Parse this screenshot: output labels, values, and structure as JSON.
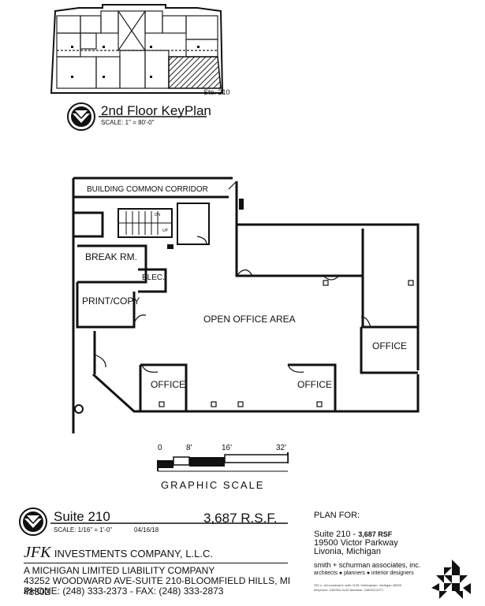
{
  "keyplan": {
    "suite_tag": "Ste. 210",
    "title": "2nd Floor KeyPlan",
    "scale": "SCALE: 1\" = 80'-0\""
  },
  "floorplan": {
    "labels": {
      "corridor": "BUILDING COMMON CORRIDOR",
      "break_room": "BREAK RM.",
      "elec": "ELEC.",
      "print_copy": "PRINT/COPY",
      "open_office": "OPEN OFFICE AREA",
      "office_right": "OFFICE",
      "office_left": "OFFICE",
      "office_center": "OFFICE",
      "stair_dn": "DN",
      "stair_up": "UP"
    }
  },
  "graphic_scale": {
    "ticks": [
      "0",
      "8'",
      "16'",
      "32'"
    ],
    "title": "GRAPHIC SCALE"
  },
  "suite_block": {
    "title": "Suite 210",
    "rsf": "3,687 R.S.F.",
    "scale": "SCALE: 1/16\" = 1'-0\"",
    "date": "04/16/18"
  },
  "company": {
    "jfk": "JFK",
    "rest": "INVESTMENTS COMPANY, L.L.C.",
    "line1": "A MICHIGAN LIMITED LIABILITY COMPANY",
    "line2": "43252 WOODWARD AVE-SUITE 210-BLOOMFIELD HILLS, MI 48302",
    "line3": "PHONE: (248) 333-2373 - FAX: (248) 333-2873"
  },
  "plan_for": {
    "heading": "PLAN FOR:",
    "suite": "Suite 210 -",
    "suite_rsf": "3,687 RSF",
    "street": "19500 Victor Parkway",
    "city": "Livonia, Michigan",
    "firm": "smith + schurman associates, inc.",
    "firm_sub": "architects ● planners ● interior designers",
    "fine1": "250 n. old woodward, suite 1135, birmingham, michigan 48009",
    "fine2": "telephone: 248/333-0140  facsimile: 248/333-0271"
  }
}
